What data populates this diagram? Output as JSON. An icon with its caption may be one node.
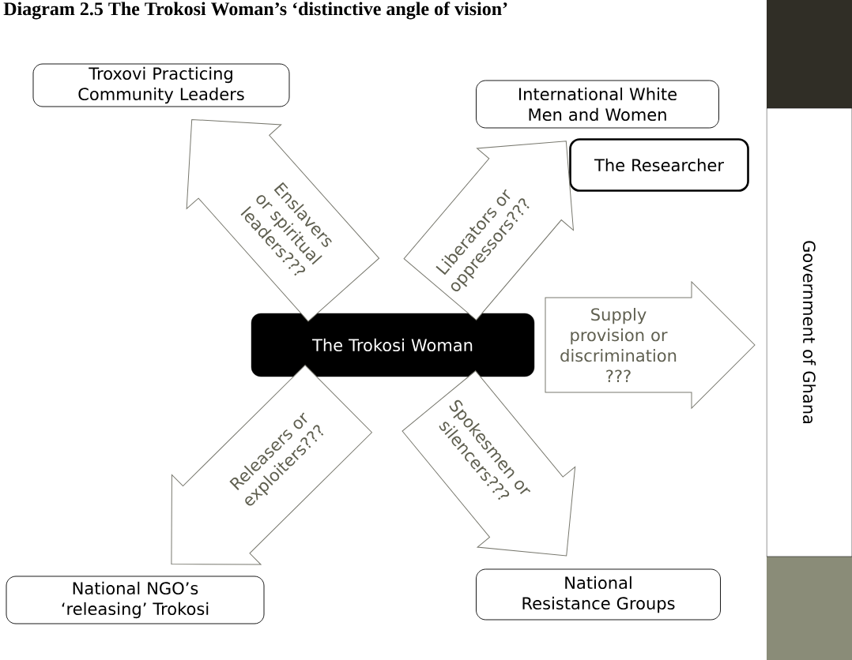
{
  "diagram": {
    "title": "Diagram 2.5 The Trokosi Woman’s ‘distinctive angle of vision’",
    "nodes": [
      {
        "text": [
          "Troxovi Practicing Community Leaders"
        ]
      },
      {
        "text": [
          "International White Men and Women"
        ]
      },
      {
        "text": [
          "The Researcher"
        ]
      },
      {
        "text": [
          "Government of Ghana"
        ]
      },
      {
        "text": [
          "The Trokosi Woman"
        ]
      },
      {
        "text": [
          "National NGO’s ‘releasing’ Trokosi"
        ]
      },
      {
        "text": [
          "National Resistance Groups"
        ]
      }
    ],
    "edges": [
      {
        "from": 4,
        "to": 0,
        "arrow": "to",
        "label": "Enslavers or spiritual leaders???"
      },
      {
        "from": 4,
        "to": 1,
        "arrow": "to",
        "label": "Liberators or oppressors???"
      },
      {
        "from": 4,
        "to": 3,
        "arrow": "to",
        "label": "Supply provision or discrimination ???"
      },
      {
        "from": 4,
        "to": 5,
        "arrow": "to",
        "label": "Releasers or exploiters???"
      },
      {
        "from": 4,
        "to": 6,
        "arrow": "to",
        "label": "Spokesmen or silencers???"
      }
    ]
  }
}
